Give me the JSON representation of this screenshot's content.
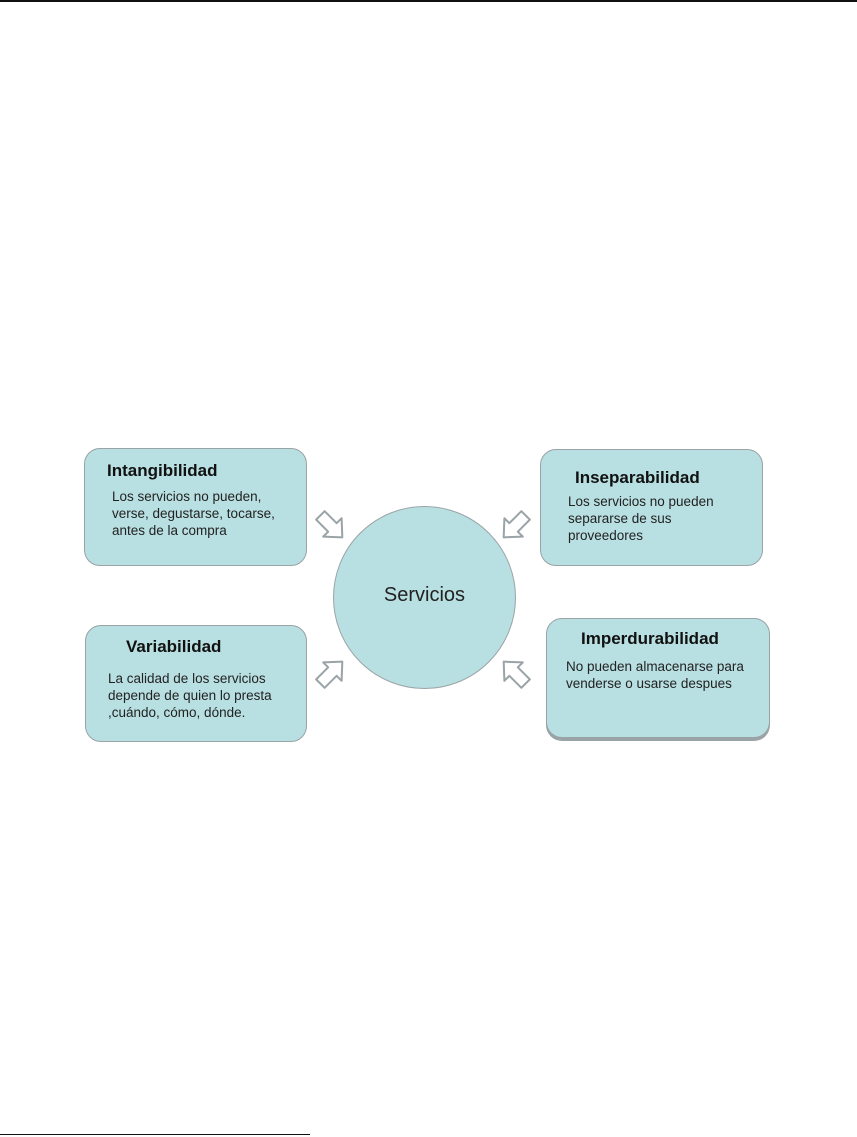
{
  "center": {
    "label": "Servicios"
  },
  "boxes": [
    {
      "title": "Intangibilidad",
      "text": "Los servicios no pueden, verse, degustarse, tocarse, antes de la compra"
    },
    {
      "title": "Inseparabilidad",
      "text": "Los servicios no pueden separarse de sus proveedores"
    },
    {
      "title": "Variabilidad",
      "text": "La calidad de los servicios depende de quien lo presta ,cuándo, cómo, dónde."
    },
    {
      "title": "Imperdurabilidad",
      "text": "No pueden almacenarse para venderse o usarse despues"
    }
  ],
  "colors": {
    "fill": "#b8dfe1",
    "border": "#9aa3a6"
  },
  "icons": [
    "arrow-down-right-icon",
    "arrow-down-left-icon",
    "arrow-up-right-icon",
    "arrow-up-left-icon"
  ]
}
